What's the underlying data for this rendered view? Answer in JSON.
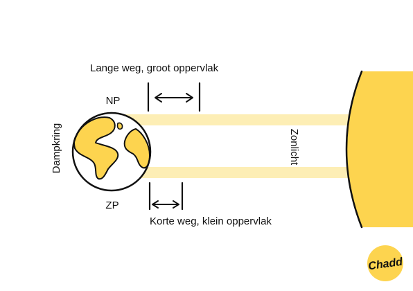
{
  "labels": {
    "top_path": "Lange weg, groot oppervlak",
    "bottom_path": "Korte weg, klein oppervlak",
    "north_pole": "NP",
    "south_pole": "ZP",
    "atmosphere": "Dampkring",
    "sunlight": "Zonlicht"
  },
  "logo": {
    "text": "Chadd"
  },
  "colors": {
    "accent": "#fdd44f",
    "light_beam": "#fdeeb5",
    "ink": "#111111"
  }
}
